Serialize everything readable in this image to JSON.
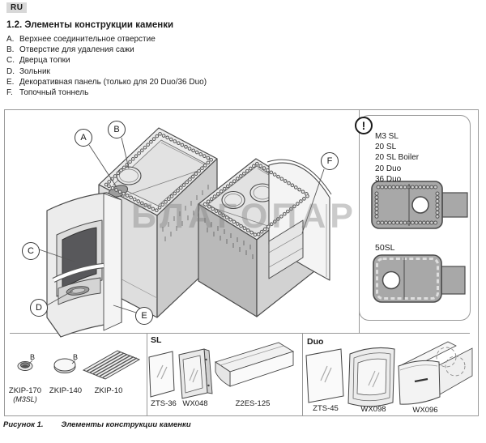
{
  "page": {
    "lang_badge": "RU",
    "heading": "1.2. Элементы конструкции каменки",
    "legend": [
      {
        "key": "A.",
        "text": "Верхнее соединительное отверстие"
      },
      {
        "key": "B.",
        "text": "Отверстие для удаления сажи"
      },
      {
        "key": "C.",
        "text": "Дверца топки"
      },
      {
        "key": "D.",
        "text": "Зольник"
      },
      {
        "key": "E.",
        "text": "Декоративная панель (только для 20 Duo/36 Duo)"
      },
      {
        "key": "F.",
        "text": "Топочный тоннель"
      }
    ],
    "caption": {
      "label": "Рисунок 1.",
      "text": "Элементы конструкции каменки"
    }
  },
  "figure": {
    "watermark": "БЛАГОПАР",
    "callouts": [
      "A",
      "B",
      "C",
      "D",
      "E",
      "F"
    ],
    "info_panel": {
      "icon": "!",
      "models": [
        "M3 SL",
        "20 SL",
        "20 SL Boiler",
        "20 Duo",
        "36 Duo"
      ],
      "model_50": "50SL"
    },
    "parts": {
      "group_default": {
        "tag1": "B",
        "tag2": "B",
        "item1_label": "ZKIP-170",
        "item1_sublabel": "(M3SL)",
        "item2_label": "ZKIP-140",
        "item3_label": "ZKIP-10"
      },
      "group_sl": {
        "title": "SL",
        "item1_label": "ZTS-36",
        "item2_label": "WX048",
        "item3_label": "Z2ES-125"
      },
      "group_duo": {
        "title": "Duo",
        "item1_label": "ZTS-45",
        "item2_label": "WX098",
        "item3_label": "WX096"
      }
    }
  },
  "colors": {
    "border_gray": "#999999",
    "draw_stroke": "#4a4a4a",
    "panel_diagram_fill": "#a8a8a8",
    "glass_dark": "#58585b",
    "badge_bg": "#d8d8d8"
  }
}
